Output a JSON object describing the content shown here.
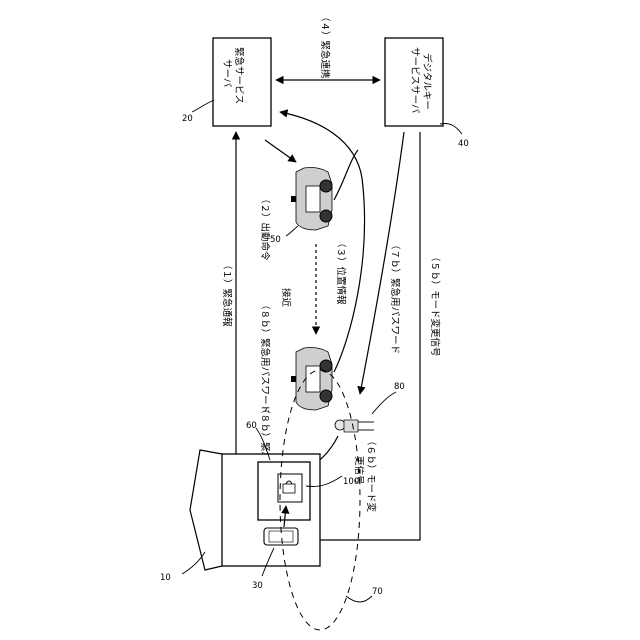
{
  "nodes": {
    "emergency_server": {
      "line1": "緊急サービス",
      "line2": "サーバ",
      "ref": "20"
    },
    "digital_key_server": {
      "line1": "デジタルキー",
      "line2": "サービスサーバ",
      "ref": "40"
    },
    "vehicle_far": {
      "ref": "50"
    },
    "house": {
      "ref": "10"
    },
    "phone": {
      "ref": "30"
    },
    "lock_device": {
      "ref": "100"
    },
    "wall_unit": {
      "ref": "60"
    },
    "person": {
      "ref": "80"
    },
    "range": {
      "ref": "70"
    }
  },
  "labels": {
    "step1": "（１）緊急通報",
    "step2": "（２）出動命令",
    "step3": "（３）位置情報",
    "step4": "（４）緊急連携",
    "step5b": "（５ｂ）モード変更信号",
    "step6b_line1": "（６ｂ）モード変",
    "step6b_line2": "更信号",
    "step7b": "（７ｂ）緊急用パスワード",
    "step8b": "（８ｂ）緊急用パスワード",
    "approach": "接近"
  }
}
